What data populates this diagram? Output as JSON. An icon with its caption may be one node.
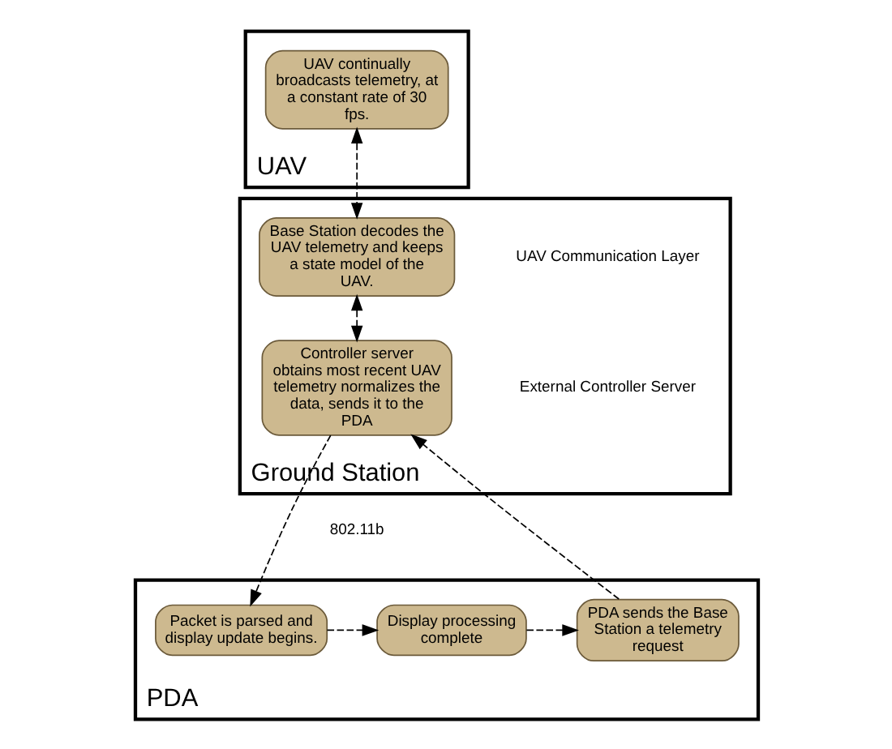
{
  "diagram": {
    "nodes": [
      {
        "text": [
          "UAV"
        ]
      },
      {
        "text": [
          "UAV continually broadcasts telemetry, at a constant rate of 30 fps."
        ],
        "in": 0
      },
      {
        "text": [
          "Ground Station"
        ]
      },
      {
        "text": [
          "Base Station decodes the UAV telemetry and keeps a state model of the UAV."
        ],
        "in": 2
      },
      {
        "text": [
          "Controller server obtains most recent UAV telemetry normalizes the data, sends it to the PDA"
        ],
        "in": 2
      },
      {
        "text": [
          "PDA"
        ]
      },
      {
        "text": [
          "PDA sends the Base Station a telemetry request"
        ],
        "in": 5
      },
      {
        "text": [
          "Packet is parsed and display update begins."
        ],
        "in": 5
      },
      {
        "text": [
          "Display processing complete"
        ],
        "in": 5
      }
    ],
    "edges": [
      {
        "from": 1,
        "to": 3,
        "arrow": "both",
        "style": "dashed"
      },
      {
        "from": 3,
        "to": 4,
        "arrow": "both",
        "style": "dashed"
      },
      {
        "from": 6,
        "to": 4,
        "arrow": "to",
        "style": "dashed"
      },
      {
        "from": 4,
        "to": 7,
        "arrow": "to",
        "style": "dashed"
      },
      {
        "from": 7,
        "to": 8,
        "arrow": "to",
        "style": "dashed"
      },
      {
        "from": 8,
        "to": 6,
        "arrow": "to",
        "style": "dashed"
      }
    ],
    "labels": [
      "UAV Communication Layer",
      "External Controller Server",
      "802.11b"
    ]
  }
}
